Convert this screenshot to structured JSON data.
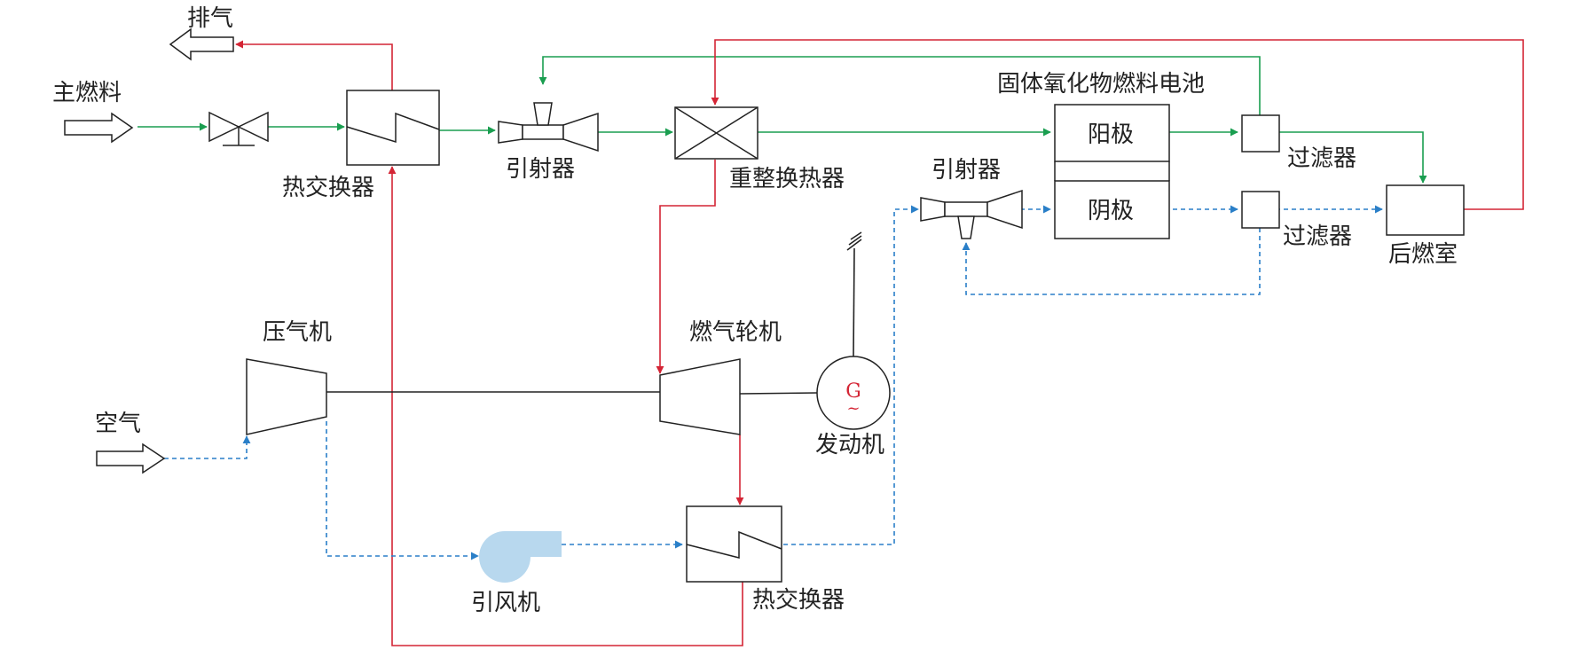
{
  "labels": {
    "exhaust": "排气",
    "main_fuel": "主燃料",
    "air": "空气",
    "hx_top": "热交换器",
    "ejector_top": "引射器",
    "reformer_hx": "重整换热器",
    "sofc": "固体氧化物燃料电池",
    "anode": "阳极",
    "cathode": "阴极",
    "filter_top": "过滤器",
    "filter_bottom": "过滤器",
    "afterburner": "后燃室",
    "ejector_mid": "引射器",
    "compressor": "压气机",
    "gas_turbine": "燃气轮机",
    "generator": "发动机",
    "generator_symbol": "G",
    "generator_tilde": "~",
    "fan": "引风机",
    "hx_bottom": "热交换器"
  },
  "colors": {
    "fuel_line": "#1a9e50",
    "air_line": "#2a7fc8",
    "hot_line": "#d42535",
    "mech": "#222222",
    "fan_fill": "#b8d8ee",
    "generator_text": "#d42535"
  }
}
